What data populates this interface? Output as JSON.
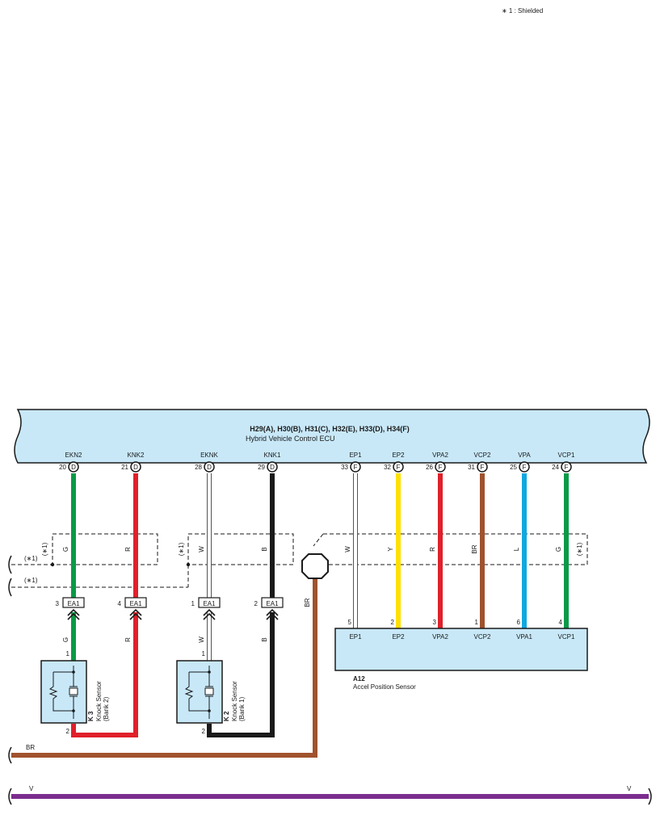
{
  "note": "∗ 1 : Shielded",
  "ecu": {
    "connectors": "H29(A), H30(B), H31(C), H32(E), H33(D), H34(F)",
    "name": "Hybrid Vehicle Control ECU"
  },
  "ecu_pins": [
    {
      "label": "EKN2",
      "num": "20",
      "conn": "D",
      "color": "#0a9a47"
    },
    {
      "label": "KNK2",
      "num": "21",
      "conn": "D",
      "color": "#e0202a"
    },
    {
      "label": "EKNK",
      "num": "28",
      "conn": "D",
      "color": "#ffffff"
    },
    {
      "label": "KNK1",
      "num": "29",
      "conn": "D",
      "color": "#1a1a1a"
    },
    {
      "label": "EP1",
      "num": "33",
      "conn": "F",
      "color": "#ffffff"
    },
    {
      "label": "EP2",
      "num": "32",
      "conn": "F",
      "color": "#ffe000"
    },
    {
      "label": "VPA2",
      "num": "26",
      "conn": "F",
      "color": "#e0202a"
    },
    {
      "label": "VCP2",
      "num": "31",
      "conn": "F",
      "color": "#a0522d"
    },
    {
      "label": "VPA",
      "num": "25",
      "conn": "F",
      "color": "#10a8e0"
    },
    {
      "label": "VCP1",
      "num": "24",
      "conn": "F",
      "color": "#0a9a47"
    }
  ],
  "wire_colors_upper": [
    "G",
    "R",
    "W",
    "B",
    "W",
    "Y",
    "R",
    "BR",
    "L",
    "G"
  ],
  "shield_labels": [
    "(∗1)",
    "(∗1)",
    "(∗1)",
    "(∗1)"
  ],
  "joints": [
    {
      "num": "3",
      "name": "EA1"
    },
    {
      "num": "4",
      "name": "EA1"
    },
    {
      "num": "1",
      "name": "EA1"
    },
    {
      "num": "2",
      "name": "EA1"
    }
  ],
  "wire_colors_lower": [
    "G",
    "R",
    "W",
    "B"
  ],
  "sensor_k3": {
    "id": "K 3",
    "name": "Knock Sensor",
    "bank": "(Bank 2)",
    "pin_top": "1",
    "pin_bottom": "2"
  },
  "sensor_k2": {
    "id": "K 2",
    "name": "Knock Sensor",
    "bank": "(Bank 1)",
    "pin_top": "1",
    "pin_bottom": "2"
  },
  "accel": {
    "id": "A12",
    "name": "Accel Position Sensor",
    "pins": [
      {
        "num": "5",
        "label": "EP1"
      },
      {
        "num": "2",
        "label": "EP2"
      },
      {
        "num": "3",
        "label": "VPA2"
      },
      {
        "num": "1",
        "label": "VCP2"
      },
      {
        "num": "6",
        "label": "VPA1"
      },
      {
        "num": "4",
        "label": "VCP1"
      }
    ]
  },
  "br_labels": [
    "BR",
    "BR"
  ],
  "v_labels": [
    "V",
    "V"
  ],
  "colors": {
    "box_fill": "#c8e8f8",
    "green": "#0a9a47",
    "red": "#e0202a",
    "black": "#1a1a1a",
    "yellow": "#ffe000",
    "brown": "#a0522d",
    "blue": "#10a8e0",
    "violet": "#7b2d8e"
  }
}
